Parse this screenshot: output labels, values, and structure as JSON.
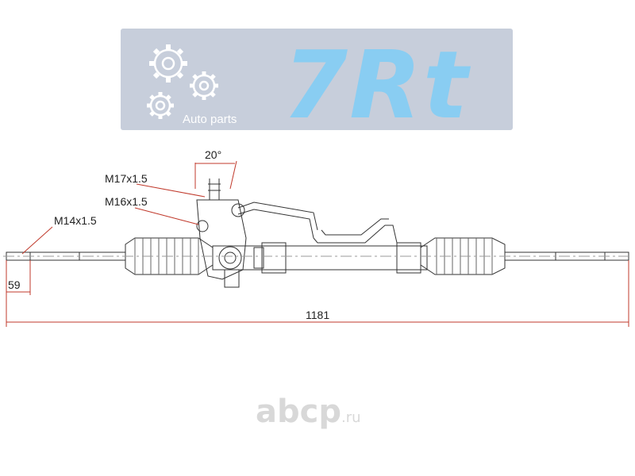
{
  "logo": {
    "brand": "7Rt",
    "tagline": "Auto parts",
    "icon": "gears-icon"
  },
  "drawing": {
    "angle_label": "20°",
    "thread_labels": [
      "M17x1.5",
      "M16x1.5",
      "M14x1.5"
    ],
    "dimensions": {
      "end_length": "59",
      "overall_length": "1181"
    }
  },
  "watermark": {
    "name": "abcp",
    "tld": ".ru"
  },
  "colors": {
    "logo_bg": "#c7cedb",
    "logo_text": "#89cdf2",
    "dimension_line": "#c0392b",
    "outline": "#333333"
  }
}
